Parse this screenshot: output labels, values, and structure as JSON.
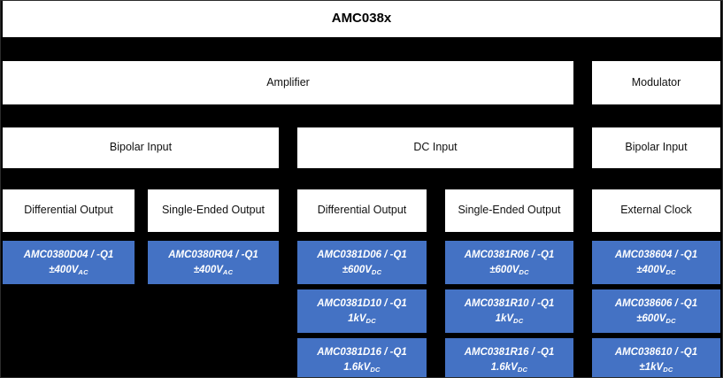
{
  "diagram": {
    "title": "AMC038x",
    "colors": {
      "background": "#000000",
      "block_fill": "#ffffff",
      "part_fill": "#4472c4",
      "part_text": "#ffffff",
      "block_text": "#111111"
    },
    "rows": {
      "function_row": [
        {
          "label": "Amplifier"
        },
        {
          "label": "Modulator"
        }
      ],
      "input_row": [
        {
          "label": "Bipolar Input"
        },
        {
          "label": "DC Input"
        },
        {
          "label": "Bipolar Input"
        }
      ],
      "output_row": [
        {
          "label": "Differential Output"
        },
        {
          "label": "Single-Ended Output"
        },
        {
          "label": "Differential Output"
        },
        {
          "label": "Single-Ended Output"
        },
        {
          "label": "External Clock"
        }
      ]
    },
    "parts": {
      "col1": [
        {
          "part": "AMC0380D04 / -Q1",
          "rating_value": "±400V",
          "rating_sub": "AC"
        }
      ],
      "col2": [
        {
          "part": "AMC0380R04 / -Q1",
          "rating_value": "±400V",
          "rating_sub": "AC"
        }
      ],
      "col3": [
        {
          "part": "AMC0381D06 / -Q1",
          "rating_value": "±600V",
          "rating_sub": "DC"
        },
        {
          "part": "AMC0381D10 / -Q1",
          "rating_value": "1kV",
          "rating_sub": "DC"
        },
        {
          "part": "AMC0381D16 / -Q1",
          "rating_value": "1.6kV",
          "rating_sub": "DC"
        }
      ],
      "col4": [
        {
          "part": "AMC0381R06 / -Q1",
          "rating_value": "±600V",
          "rating_sub": "DC"
        },
        {
          "part": "AMC0381R10 / -Q1",
          "rating_value": "1kV",
          "rating_sub": "DC"
        },
        {
          "part": "AMC0381R16 / -Q1",
          "rating_value": "1.6kV",
          "rating_sub": "DC"
        }
      ],
      "col5": [
        {
          "part": "AMC038604 / -Q1",
          "rating_value": "±400V",
          "rating_sub": "DC"
        },
        {
          "part": "AMC038606 / -Q1",
          "rating_value": "±600V",
          "rating_sub": "DC"
        },
        {
          "part": "AMC038610 / -Q1",
          "rating_value": "±1kV",
          "rating_sub": "DC"
        }
      ]
    }
  }
}
